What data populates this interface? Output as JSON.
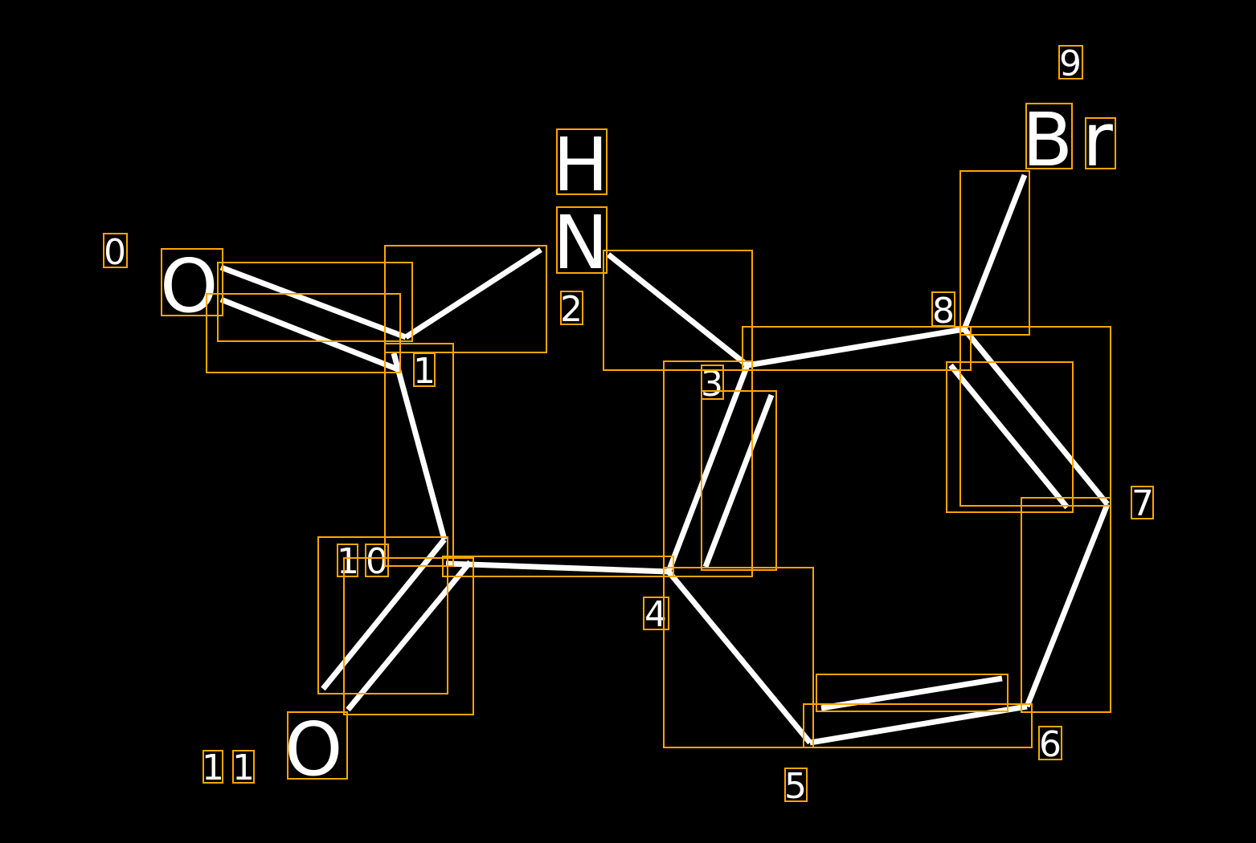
{
  "title": "Molecule diagram with atom indices and detection boxes",
  "colors": {
    "background": "#000000",
    "bond": "#FFFFFF",
    "box": "#FFA500"
  },
  "atoms": {
    "o_top": "O",
    "h": "H",
    "n": "N",
    "br_b": "B",
    "br_r": "r",
    "o_bottom": "O"
  },
  "indices": {
    "i0": "0",
    "i1": "1",
    "i2": "2",
    "i3": "3",
    "i4": "4",
    "i5": "5",
    "i6": "6",
    "i7": "7",
    "i8": "8",
    "i9": "9",
    "i10a": "1",
    "i10b": "0",
    "i11a": "1",
    "i11b": "1"
  }
}
